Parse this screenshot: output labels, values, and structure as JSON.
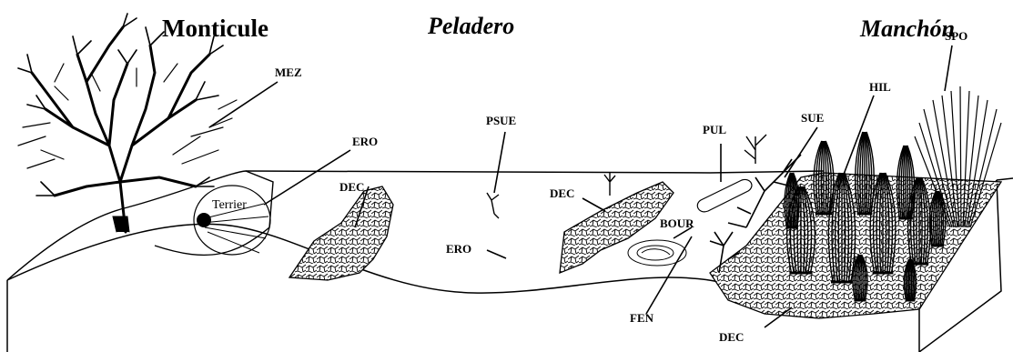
{
  "titles": {
    "left": "Monticule",
    "center": "Peladero",
    "right": "Manchón"
  },
  "labels": {
    "mez": "MEZ",
    "ero_top": "ERO",
    "terrier": "Terrier",
    "dec_left": "DEC",
    "psue": "PSUE",
    "ero_mid": "ERO",
    "dec_mid": "DEC",
    "pul": "PUL",
    "sue": "SUE",
    "hil": "HIL",
    "spo": "SPO",
    "bour": "BOUR",
    "fen": "FEN",
    "dec_bottom": "DEC"
  }
}
